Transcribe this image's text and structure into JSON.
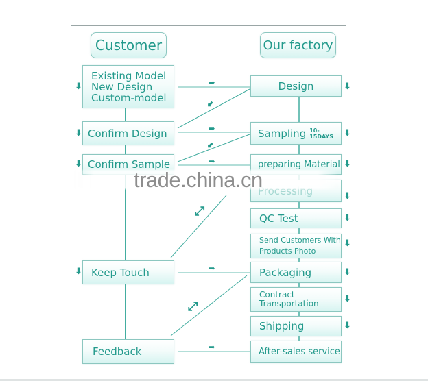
{
  "diagram": {
    "columns": {
      "customer": {
        "title": "Customer"
      },
      "factory": {
        "title": "Our factory"
      }
    },
    "customer_steps": [
      {
        "lines": [
          "Existing Model",
          "New Design",
          "Custom-model"
        ]
      },
      {
        "label": "Confirm Design"
      },
      {
        "label": "Confirm Sample"
      },
      {
        "label": "Keep Touch"
      },
      {
        "label": "Feedback"
      }
    ],
    "factory_steps": [
      {
        "label": "Design"
      },
      {
        "label": "Sampling",
        "tag": "10-15DAYS"
      },
      {
        "label": "preparing Material"
      },
      {
        "label": "Processing"
      },
      {
        "label": "QC Test"
      },
      {
        "lines": [
          "Send Customers With",
          "Products Photo"
        ]
      },
      {
        "label": "Packaging"
      },
      {
        "lines": [
          "Contract",
          "Transportation"
        ]
      },
      {
        "label": "Shipping"
      },
      {
        "label": "After-sales service"
      }
    ],
    "arrow_glyphs": {
      "down": "⬇",
      "right": "➡",
      "left_down": "⬋",
      "bidirectional": "⤢"
    },
    "colors": {
      "text": "#239a8c",
      "border": "#8cc7c0",
      "fill": "#d7f4f1",
      "line": "#43ada0"
    }
  },
  "watermark": {
    "text": "trade.china.cn"
  }
}
